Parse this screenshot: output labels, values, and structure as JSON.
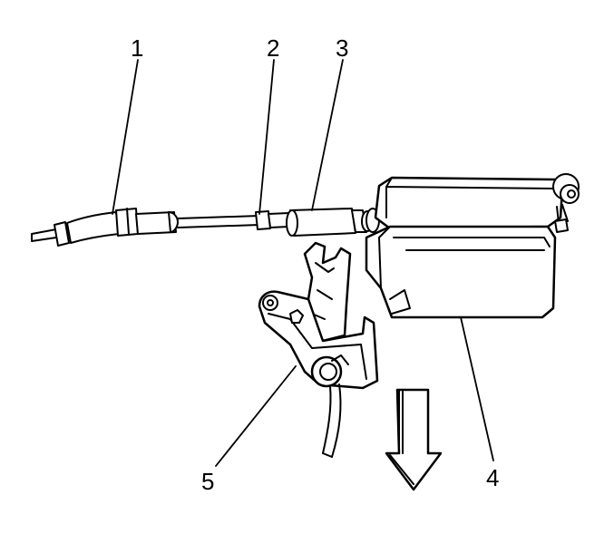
{
  "diagram": {
    "background": "#ffffff",
    "ink_color": "#000000",
    "callouts": [
      {
        "id": "1",
        "label": "1"
      },
      {
        "id": "2",
        "label": "2"
      },
      {
        "id": "3",
        "label": "3"
      },
      {
        "id": "4",
        "label": "4"
      },
      {
        "id": "5",
        "label": "5"
      }
    ],
    "direction_arrow": {
      "direction": "down"
    }
  }
}
